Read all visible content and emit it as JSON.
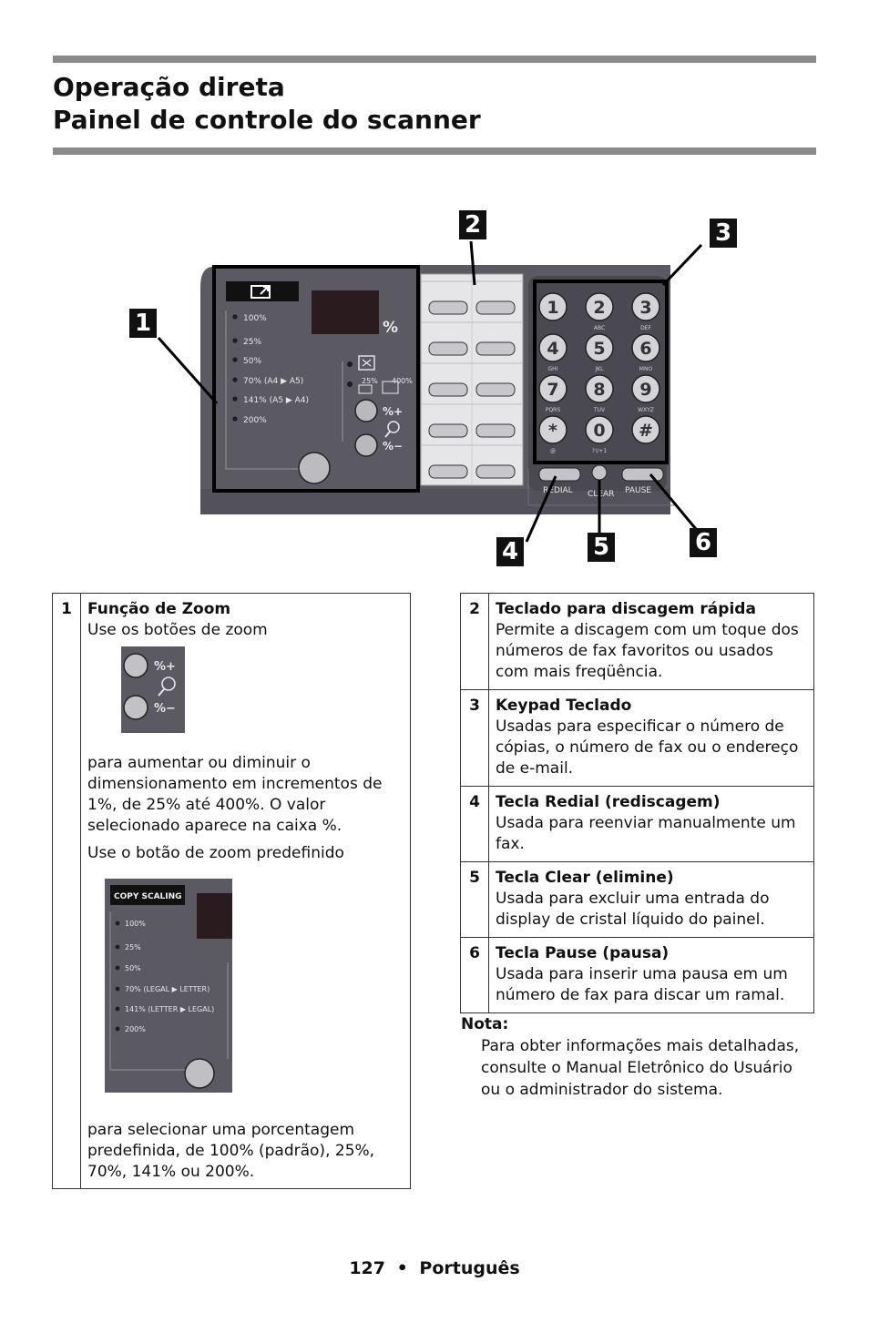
{
  "heading": {
    "line1": "Operação direta",
    "line2": "Painel de controle do scanner"
  },
  "figure": {
    "callouts": [
      "1",
      "2",
      "3",
      "4",
      "5",
      "6"
    ],
    "panel_icon": "copy-scaling-icon",
    "percent_sign": "%",
    "zoom_presets": [
      "100%",
      "25%",
      "50%",
      "70%  (A4 ▶ A5)",
      "141% (A5 ▶ A4)",
      "200%"
    ],
    "zoom_fit_labels": [
      "25%",
      "400%"
    ],
    "zoom_plus": "%+",
    "zoom_minus": "%−",
    "keypad_keys": [
      {
        "digit": "1",
        "letters": ""
      },
      {
        "digit": "2",
        "letters": "ABC"
      },
      {
        "digit": "3",
        "letters": "DEF"
      },
      {
        "digit": "4",
        "letters": "GHI"
      },
      {
        "digit": "5",
        "letters": "JKL"
      },
      {
        "digit": "6",
        "letters": "MNO"
      },
      {
        "digit": "7",
        "letters": "PQRS"
      },
      {
        "digit": "8",
        "letters": "TUV"
      },
      {
        "digit": "9",
        "letters": "WXYZ"
      },
      {
        "digit": "*",
        "letters": "@"
      },
      {
        "digit": "0",
        "letters": "?!/+1"
      },
      {
        "digit": "#",
        "letters": ""
      }
    ],
    "bottom_keys": [
      "REDIAL",
      "CLEAR",
      "PAUSE"
    ],
    "colors": {
      "panel": "#5b5a63",
      "panel_dark": "#3d3c44",
      "lcd": "#2a1c1e",
      "led": "#1c1c22",
      "frame": "#000000"
    }
  },
  "left_table": {
    "number": "1",
    "title": "Função de Zoom",
    "intro": "Use os botões de zoom",
    "zoom_thumb": {
      "plus": "%+",
      "minus": "%−"
    },
    "para1": "para aumentar ou diminuir o dimensionamento em incrementos de 1%, de 25% até 400%. O valor selecionado aparece na caixa %.",
    "para2": "Use o botão de zoom predefinido",
    "preset_thumb": {
      "header": "COPY SCALING",
      "items": [
        "100%",
        "25%",
        "50%",
        "70% (LEGAL ▶ LETTER)",
        "141% (LETTER ▶ LEGAL)",
        "200%"
      ]
    },
    "para3": "para selecionar uma porcentagem predefinida, de 100% (padrão), 25%, 70%, 141% ou 200%."
  },
  "right_table": [
    {
      "number": "2",
      "title": "Teclado para discagem rápida",
      "text": "Permite a discagem com um toque dos números de fax favoritos ou usados com mais freqüência."
    },
    {
      "number": "3",
      "title": "Keypad Teclado",
      "text": "Usadas para especificar o número de cópias, o número de fax ou o endereço de e-mail."
    },
    {
      "number": "4",
      "title": "Tecla Redial (rediscagem)",
      "text": "Usada para reenviar manualmente um fax."
    },
    {
      "number": "5",
      "title": "Tecla Clear (elimine)",
      "text": "Usada para excluir uma entrada do display de cristal líquido do painel."
    },
    {
      "number": "6",
      "title": "Tecla Pause (pausa)",
      "text": "Usada para inserir uma pausa em um número de fax para discar um ramal."
    }
  ],
  "note": {
    "label": "Nota:",
    "text": "Para obter informações mais detalhadas, consulte o Manual Eletrônico do Usuário ou o administrador do sistema."
  },
  "footer": {
    "page": "127",
    "bullet": "•",
    "language": "Português"
  }
}
